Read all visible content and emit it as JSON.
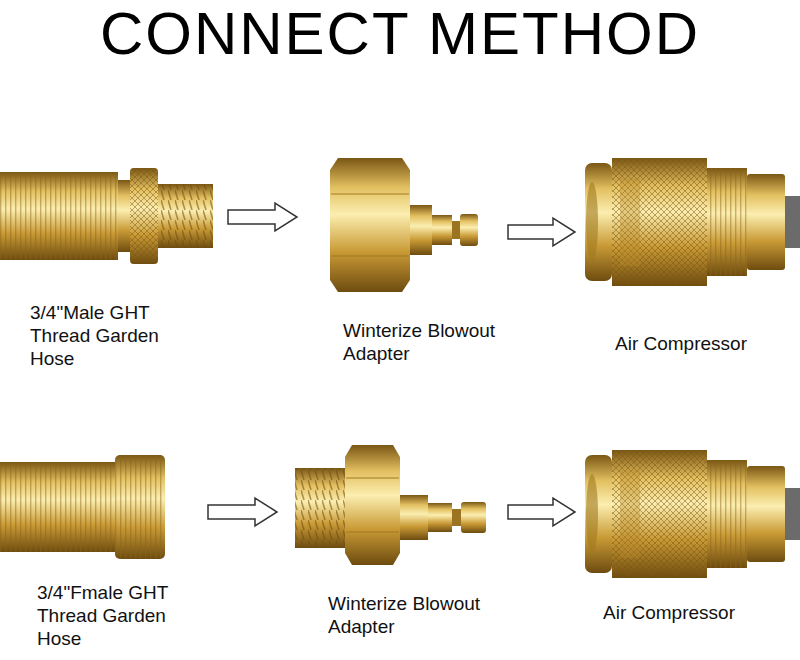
{
  "diagram": {
    "title": "CONNECT METHOD",
    "nodes": [
      {
        "text": [
          "3/4\"Male GHT Thread Garden Hose"
        ]
      },
      {
        "text": [
          "Winterize Blowout Adapter"
        ]
      },
      {
        "text": [
          "Air Compressor"
        ]
      },
      {
        "text": [
          "3/4\"Fmale GHT Thread Garden Hose"
        ]
      },
      {
        "text": [
          "Winterize Blowout Adapter"
        ]
      },
      {
        "text": [
          "Air Compressor"
        ]
      }
    ],
    "edges": [
      {
        "from": 0,
        "to": 1,
        "arrow": "to"
      },
      {
        "from": 1,
        "to": 2,
        "arrow": "to"
      },
      {
        "from": 3,
        "to": 4,
        "arrow": "to"
      },
      {
        "from": 4,
        "to": 5,
        "arrow": "to"
      }
    ]
  }
}
